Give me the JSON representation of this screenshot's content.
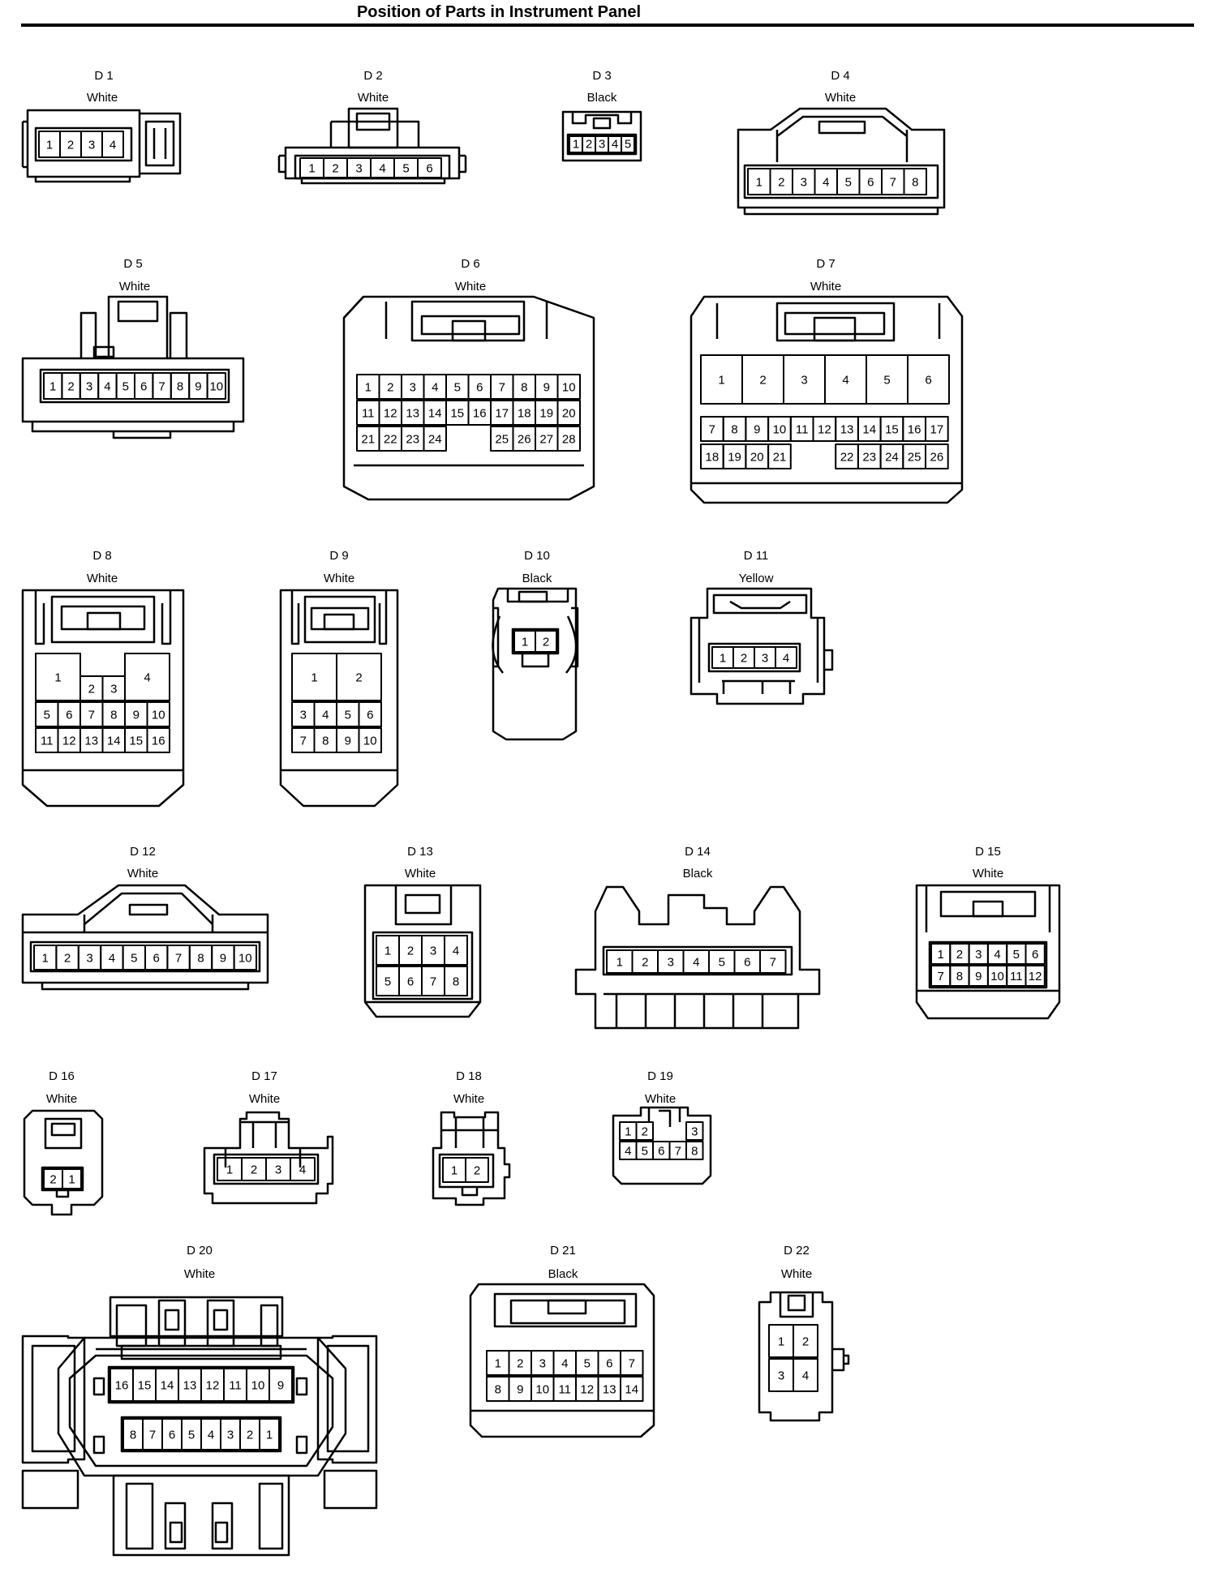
{
  "title": "Position of Parts in Instrument Panel",
  "connectors": [
    {
      "id": "D1",
      "label": "D 1",
      "color": "White",
      "pins": [
        "1",
        "2",
        "3",
        "4"
      ]
    },
    {
      "id": "D2",
      "label": "D 2",
      "color": "White",
      "pins": [
        "1",
        "2",
        "3",
        "4",
        "5",
        "6"
      ]
    },
    {
      "id": "D3",
      "label": "D 3",
      "color": "Black",
      "pins": [
        "1",
        "2",
        "3",
        "4",
        "5"
      ]
    },
    {
      "id": "D4",
      "label": "D 4",
      "color": "White",
      "pins": [
        "1",
        "2",
        "3",
        "4",
        "5",
        "6",
        "7",
        "8"
      ]
    },
    {
      "id": "D5",
      "label": "D 5",
      "color": "White",
      "pins": [
        "1",
        "2",
        "3",
        "4",
        "5",
        "6",
        "7",
        "8",
        "9",
        "10"
      ]
    },
    {
      "id": "D6",
      "label": "D 6",
      "color": "White",
      "pins": [
        "1",
        "2",
        "3",
        "4",
        "5",
        "6",
        "7",
        "8",
        "9",
        "10",
        "11",
        "12",
        "13",
        "14",
        "15",
        "16",
        "17",
        "18",
        "19",
        "20",
        "21",
        "22",
        "23",
        "24",
        "25",
        "26",
        "27",
        "28"
      ]
    },
    {
      "id": "D7",
      "label": "D 7",
      "color": "White",
      "pins": [
        "1",
        "2",
        "3",
        "4",
        "5",
        "6",
        "7",
        "8",
        "9",
        "10",
        "11",
        "12",
        "13",
        "14",
        "15",
        "16",
        "17",
        "18",
        "19",
        "20",
        "21",
        "22",
        "23",
        "24",
        "25",
        "26"
      ]
    },
    {
      "id": "D8",
      "label": "D 8",
      "color": "White",
      "pins": [
        "1",
        "2",
        "3",
        "4",
        "5",
        "6",
        "7",
        "8",
        "9",
        "10",
        "11",
        "12",
        "13",
        "14",
        "15",
        "16"
      ]
    },
    {
      "id": "D9",
      "label": "D 9",
      "color": "White",
      "pins": [
        "1",
        "2",
        "3",
        "4",
        "5",
        "6",
        "7",
        "8",
        "9",
        "10"
      ]
    },
    {
      "id": "D10",
      "label": "D 10",
      "color": "Black",
      "pins": [
        "1",
        "2"
      ]
    },
    {
      "id": "D11",
      "label": "D 11",
      "color": "Yellow",
      "pins": [
        "1",
        "2",
        "3",
        "4"
      ]
    },
    {
      "id": "D12",
      "label": "D 12",
      "color": "White",
      "pins": [
        "1",
        "2",
        "3",
        "4",
        "5",
        "6",
        "7",
        "8",
        "9",
        "10"
      ]
    },
    {
      "id": "D13",
      "label": "D 13",
      "color": "White",
      "pins": [
        "1",
        "2",
        "3",
        "4",
        "5",
        "6",
        "7",
        "8"
      ]
    },
    {
      "id": "D14",
      "label": "D 14",
      "color": "Black",
      "pins": [
        "1",
        "2",
        "3",
        "4",
        "5",
        "6",
        "7"
      ]
    },
    {
      "id": "D15",
      "label": "D 15",
      "color": "White",
      "pins": [
        "1",
        "2",
        "3",
        "4",
        "5",
        "6",
        "7",
        "8",
        "9",
        "10",
        "11",
        "12"
      ]
    },
    {
      "id": "D16",
      "label": "D 16",
      "color": "White",
      "pins": [
        "2",
        "1"
      ]
    },
    {
      "id": "D17",
      "label": "D 17",
      "color": "White",
      "pins": [
        "1",
        "2",
        "3",
        "4"
      ]
    },
    {
      "id": "D18",
      "label": "D 18",
      "color": "White",
      "pins": [
        "1",
        "2"
      ]
    },
    {
      "id": "D19",
      "label": "D 19",
      "color": "White",
      "pins": [
        "1",
        "2",
        "3",
        "4",
        "5",
        "6",
        "7",
        "8"
      ]
    },
    {
      "id": "D20",
      "label": "D 20",
      "color": "White",
      "pins": [
        "16",
        "15",
        "14",
        "13",
        "12",
        "11",
        "10",
        "9",
        "8",
        "7",
        "6",
        "5",
        "4",
        "3",
        "2",
        "1"
      ]
    },
    {
      "id": "D21",
      "label": "D 21",
      "color": "Black",
      "pins": [
        "1",
        "2",
        "3",
        "4",
        "5",
        "6",
        "7",
        "8",
        "9",
        "10",
        "11",
        "12",
        "13",
        "14"
      ]
    },
    {
      "id": "D22",
      "label": "D 22",
      "color": "White",
      "pins": [
        "1",
        "2",
        "3",
        "4"
      ]
    }
  ]
}
